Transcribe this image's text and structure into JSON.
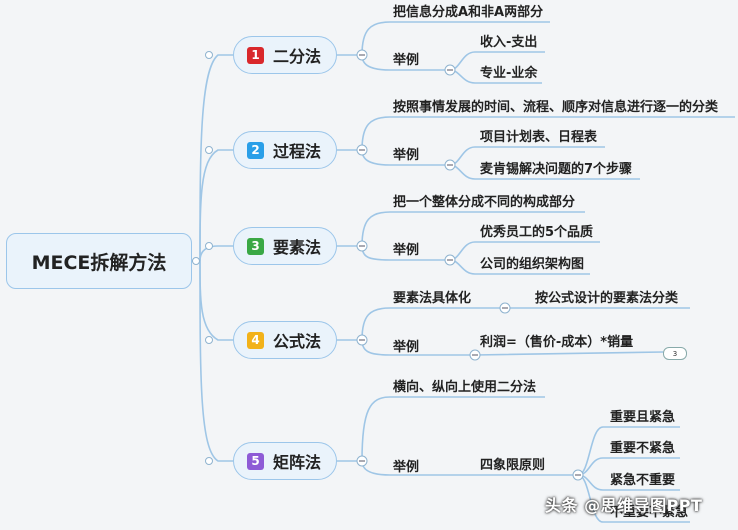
{
  "root": {
    "label": "MECE拆解方法"
  },
  "colors": {
    "line": "#9fc6e6",
    "node_fill": "#eaf3fb",
    "node_border": "#9cc6ea",
    "badge_1": "#d9282c",
    "badge_2": "#2a9fe8",
    "badge_3": "#3aa845",
    "badge_4": "#f2b21a",
    "badge_5": "#8e5bd6"
  },
  "branches": [
    {
      "num": "1",
      "label": "二分法",
      "items": [
        "把信息分成A和非A两部分",
        "举例",
        "收入-支出",
        "专业-业余"
      ]
    },
    {
      "num": "2",
      "label": "过程法",
      "items": [
        "按照事情发展的时间、流程、顺序对信息进行逐一的分类",
        "举例",
        "项目计划表、日程表",
        "麦肯锡解决问题的7个步骤"
      ]
    },
    {
      "num": "3",
      "label": "要素法",
      "items": [
        "把一个整体分成不同的构成部分",
        "举例",
        "优秀员工的5个品质",
        "公司的组织架构图"
      ]
    },
    {
      "num": "4",
      "label": "公式法",
      "items": [
        "要素法具体化",
        "按公式设计的要素法分类",
        "举例",
        "利润=（售价-成本）*销量"
      ]
    },
    {
      "num": "5",
      "label": "矩阵法",
      "items": [
        "横向、纵向上使用二分法",
        "举例",
        "四象限原则",
        "重要且紧急",
        "重要不紧急",
        "紧急不重要",
        "不重要不紧急"
      ]
    }
  ],
  "collapsed_count": "3",
  "watermark": "头条 @思维导图PPT"
}
